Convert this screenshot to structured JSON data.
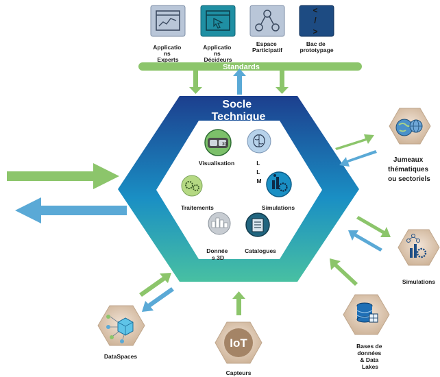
{
  "top_apps": [
    {
      "label_lines": [
        "Applicatio",
        "ns",
        "Experts"
      ]
    },
    {
      "label_lines": [
        "Applicatio",
        "ns",
        "Décideurs"
      ]
    },
    {
      "label_lines": [
        "Espace",
        "Participatif"
      ]
    },
    {
      "label_lines": [
        "Bac de",
        "prototypage"
      ]
    }
  ],
  "bac_glyphs": [
    "<",
    "/",
    ">"
  ],
  "standards_label": "Standards",
  "socle_title_lines": [
    "Socle",
    "Technique"
  ],
  "inner": {
    "visualisation": "Visualisation",
    "llm_letters": [
      "L",
      "L",
      "M"
    ],
    "traitements": "Traitements",
    "simulations": "Simulations",
    "donnees_lines": [
      "Donnée",
      "s 3D"
    ],
    "catalogues": "Catalogues"
  },
  "outer": {
    "jumeaux_lines": [
      "Jumeaux",
      "thématiques",
      "ou sectoriels"
    ],
    "simulations": "Simulations",
    "bases_lines": [
      "Bases de",
      "données",
      "& Data",
      "Lakes"
    ],
    "iot": "IoT",
    "capteurs": "Capteurs",
    "dataspaces": "DataSpaces"
  },
  "colors": {
    "green": "#8cc56b",
    "blue": "#5aa9d6",
    "hex_top": "#1c3f8e",
    "hex_mid": "#1a8fc4",
    "hex_bottom": "#48c0a2",
    "app_icon_bg": "#b9c6d8",
    "app_icon_teal": "#1f8fa3",
    "bac_bg": "#1d4b82",
    "outer_hex": "#d8c0aa",
    "iot_fill": "#a48466"
  }
}
